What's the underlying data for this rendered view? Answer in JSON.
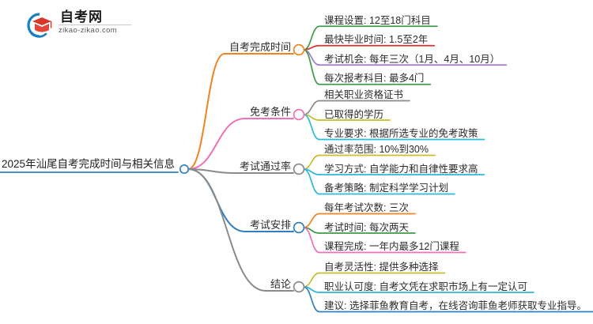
{
  "logo": {
    "name": "自考网",
    "url": "zikao-zikao.com",
    "mark_icon": "graduation-cap-icon"
  },
  "mindmap": {
    "root": {
      "label": "2025年汕尾自考完成时间与相关信息",
      "underline_color": "#2f7fc1",
      "node_color": "#2f7fc1"
    },
    "branches": [
      {
        "label": "自考完成时间",
        "color": "#f08322",
        "children": [
          {
            "label": "课程设置: 12至18门科目",
            "color": "#3f9c4a"
          },
          {
            "label": "最快毕业时间: 1.5至2年",
            "color": "#e03030"
          },
          {
            "label": "考试机会: 每年三次（1月、4月、10月）",
            "color": "#a078d0"
          },
          {
            "label": "每次报考科目: 最多4门",
            "color": "#3f9c4a"
          }
        ]
      },
      {
        "label": "免考条件",
        "color": "#ef6fb8",
        "children": [
          {
            "label": "相关职业资格证书",
            "color": "#8a8a8a"
          },
          {
            "label": "已取得的学历",
            "color": "#c9bc2e"
          },
          {
            "label": "专业要求: 根据所选专业的免考政策",
            "color": "#2fb8d8"
          }
        ]
      },
      {
        "label": "考试通过率",
        "color": "#8a8a8a",
        "children": [
          {
            "label": "通过率范围: 10%到30%",
            "color": "#c9bc2e"
          },
          {
            "label": "学习方式: 自学能力和自律性要求高",
            "color": "#2fb8d8"
          },
          {
            "label": "备考策略: 制定科学学习计划",
            "color": "#2fb8d8"
          }
        ]
      },
      {
        "label": "考试安排",
        "color": "#2f7fc1",
        "children": [
          {
            "label": "每年考试次数: 三次",
            "color": "#f08322"
          },
          {
            "label": "考试时间: 每次两天",
            "color": "#3f9c4a"
          },
          {
            "label": "课程完成: 一年内最多12门课程",
            "color": "#ef6fb8"
          }
        ]
      },
      {
        "label": "结论",
        "color": "#8a8a8a",
        "children": [
          {
            "label": "自考灵活性: 提供多种选择",
            "color": "#c9bc2e"
          },
          {
            "label": "职业认可度: 自考文凭在求职市场上有一定认可",
            "color": "#2fb8d8"
          },
          {
            "label": "建议: 选择菲鱼教育自考，在线咨询菲鱼老师获取专业指导。",
            "color": "#2f7fc1"
          }
        ]
      }
    ]
  }
}
